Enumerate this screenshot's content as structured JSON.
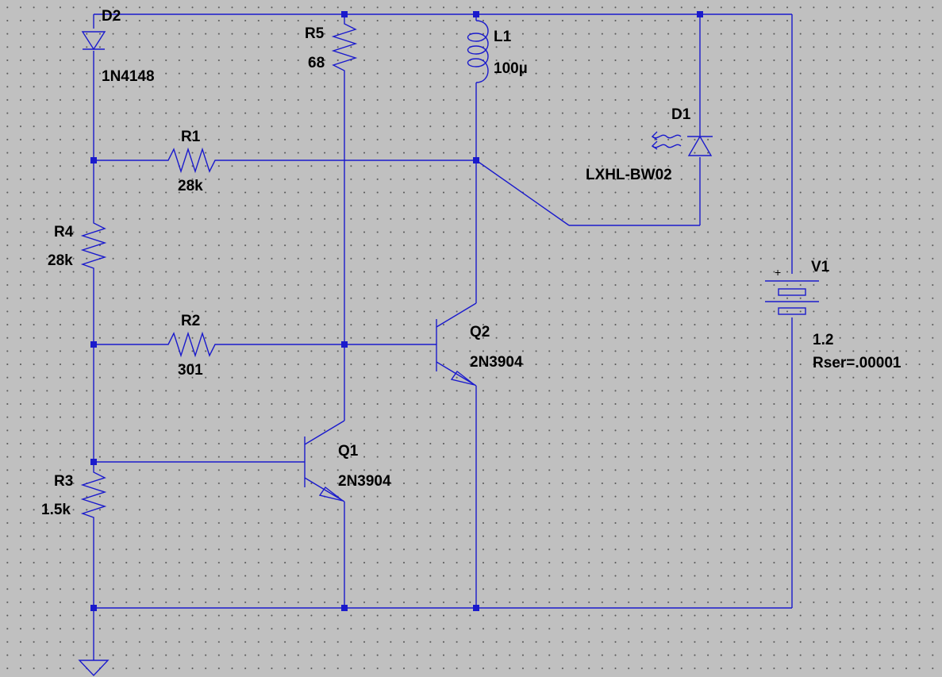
{
  "components": {
    "D2": {
      "ref": "D2",
      "value": "1N4148"
    },
    "R5": {
      "ref": "R5",
      "value": "68"
    },
    "L1": {
      "ref": "L1",
      "value": "100µ"
    },
    "D1": {
      "ref": "D1",
      "value": "LXHL-BW02"
    },
    "R1": {
      "ref": "R1",
      "value": "28k"
    },
    "R4": {
      "ref": "R4",
      "value": "28k"
    },
    "V1": {
      "ref": "V1",
      "value": "1.2",
      "extra": "Rser=.00001",
      "plus": "+"
    },
    "R2": {
      "ref": "R2",
      "value": "301"
    },
    "Q2": {
      "ref": "Q2",
      "value": "2N3904"
    },
    "Q1": {
      "ref": "Q1",
      "value": "2N3904"
    },
    "R3": {
      "ref": "R3",
      "value": "1.5k"
    }
  },
  "colors": {
    "wire": "#1a1acc",
    "background": "#c0c0c0",
    "grid_dot": "#5a5a5a",
    "text": "#000000"
  }
}
